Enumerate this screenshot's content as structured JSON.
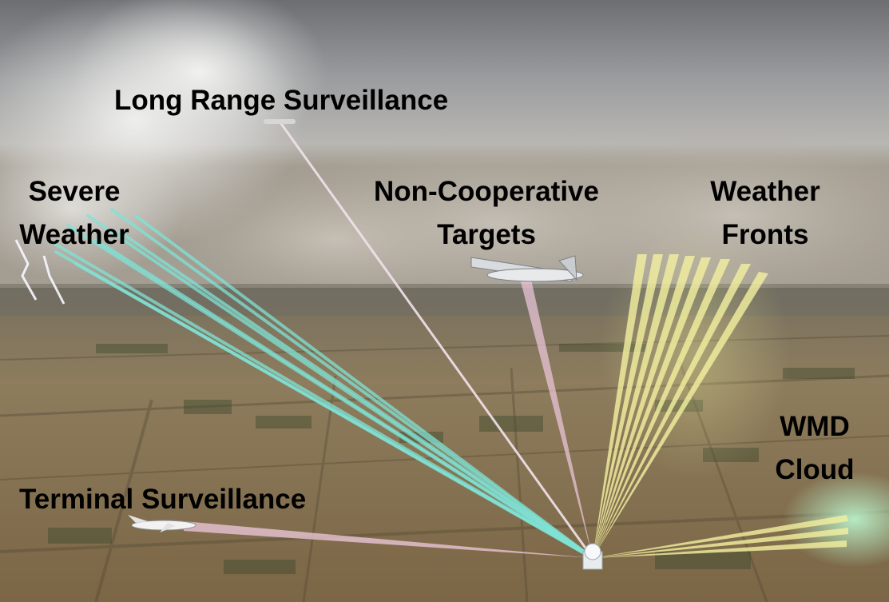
{
  "labels": {
    "long_range": "Long Range Surveillance",
    "severe_weather": [
      "Severe",
      "Weather"
    ],
    "non_cooperative": [
      "Non-Cooperative",
      "Targets"
    ],
    "weather_fronts": [
      "Weather",
      "Fronts"
    ],
    "wmd_cloud": [
      "WMD",
      "Cloud"
    ],
    "terminal": "Terminal Surveillance"
  },
  "colors": {
    "label_text": "#000000",
    "severe_beams": "#7fe3d6",
    "weather_beams": "#f4f1a0",
    "long_range_beam": "#f3e3ec",
    "terminal_beam": "#f0c9de",
    "wmd_cloud": "#b9f0c8"
  },
  "icons": {
    "radar": "radar-site-icon",
    "long_range_aircraft": "aircraft-icon",
    "drone": "uav-drone-icon",
    "terminal_aircraft": "airliner-icon"
  }
}
